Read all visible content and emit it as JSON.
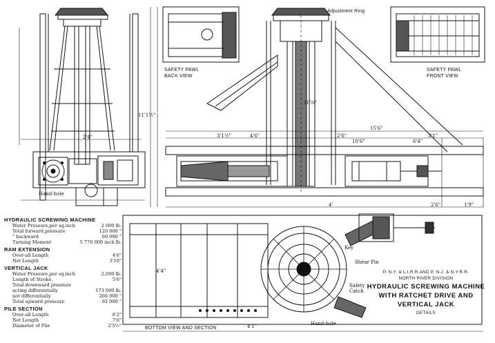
{
  "labels": {
    "adjustment_ring": "Adjustment Ring",
    "safety_pawl_back": [
      "SAFETY PAWL",
      "BACK VIEW"
    ],
    "safety_pawl_front": [
      "SAFETY PAWL",
      "FRONT VIEW"
    ],
    "hand_hole_top": "Hand-hole",
    "hand_hole_bottom": "Hand-hole",
    "bottom_view": "BOTTOM VIEW AND SECTION",
    "key": "Key",
    "shear_pin": "Shear Pin",
    "safety_catch": [
      "Safety",
      "Catch"
    ]
  },
  "title_block": {
    "railroads": "P. N.Y. & L.I.R.R.AND P. N.J. & N.Y.R.R.",
    "division": "NORTH RIVER DIVISION",
    "title_lines": [
      "HYDRAULIC SCREWING MACHINE",
      "WITH RATCHET DRIVE AND",
      "VERTICAL JACK"
    ],
    "subtitle": "DETAILS"
  },
  "specs": [
    {
      "heading": "HYDRAULIC SCREWING MACHINE",
      "rows": [
        {
          "label": "Water Pressure,per sq.inch",
          "value": "2 000 lb."
        },
        {
          "label": "Total forward,pressure",
          "value": "120 000 \""
        },
        {
          "label": "\"      backward",
          "value": "60 000 \""
        },
        {
          "label": "Turning Moment",
          "value": "5 770 000 inch lb."
        }
      ]
    },
    {
      "heading": "RAM EXTENSION",
      "rows": [
        {
          "label": "Over-all Length",
          "value": "4'6\""
        },
        {
          "label": "Net Length",
          "value": "3'10\""
        }
      ]
    },
    {
      "heading": "VERTICAL JACK",
      "rows": [
        {
          "label": "Water Pressure,per sq.inch",
          "value": "2,000 lb."
        },
        {
          "label": "Length of Stroke,",
          "value": "5'6\""
        },
        {
          "label": "Total downward pressure",
          "value": ""
        },
        {
          "label": "acting differentially",
          "value": "173 000 lb."
        },
        {
          "label": "not differentially",
          "value": "266 000 \""
        },
        {
          "label": "Total upward pressure",
          "value": "92 000 \""
        }
      ]
    },
    {
      "heading": "PILE SECTION",
      "rows": [
        {
          "label": "Over-all Length",
          "value": "8'2\""
        },
        {
          "label": "Net Length",
          "value": "7'6\""
        },
        {
          "label": "Diameter of Pile",
          "value": "2'5½\""
        }
      ]
    }
  ],
  "dimensions": {
    "d1": "15'6\"",
    "d2": "3'1½\"",
    "d3": "4'6\"",
    "d4": "2'6\"",
    "d5": "3'1\"",
    "d6": "6'4\"",
    "d7": "10'6\"",
    "d8": "4'",
    "d9": "2'6\"",
    "d10": "11'1½\"",
    "d11": "10⅝\"",
    "d12": "2'4\"",
    "d13": "4'4\"",
    "d14": "4'1\"",
    "d15": "1'9\""
  }
}
